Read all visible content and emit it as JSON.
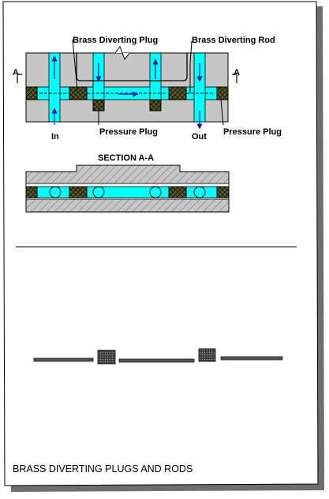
{
  "labels": {
    "brass_diverting_plug": "Brass Diverting Plug",
    "brass_diverting_rod": "Brass Diverting Rod",
    "pressure_plug_1": "Pressure Plug",
    "pressure_plug_2": "Pressure Plug",
    "in": "In",
    "out": "Out",
    "section_marker_left": "A",
    "section_marker_right": "A",
    "section_title": "SECTION A-A"
  },
  "caption": "BRASS DIVERTING PLUGS AND RODS",
  "colors": {
    "steel": "#c6c6c6",
    "cyan": "#00ffff",
    "plug": "#5a5a2a",
    "arrow": "#1a1aa0",
    "outline": "#000000",
    "paper": "#ffffff",
    "shadow": "#6e6e6e"
  }
}
